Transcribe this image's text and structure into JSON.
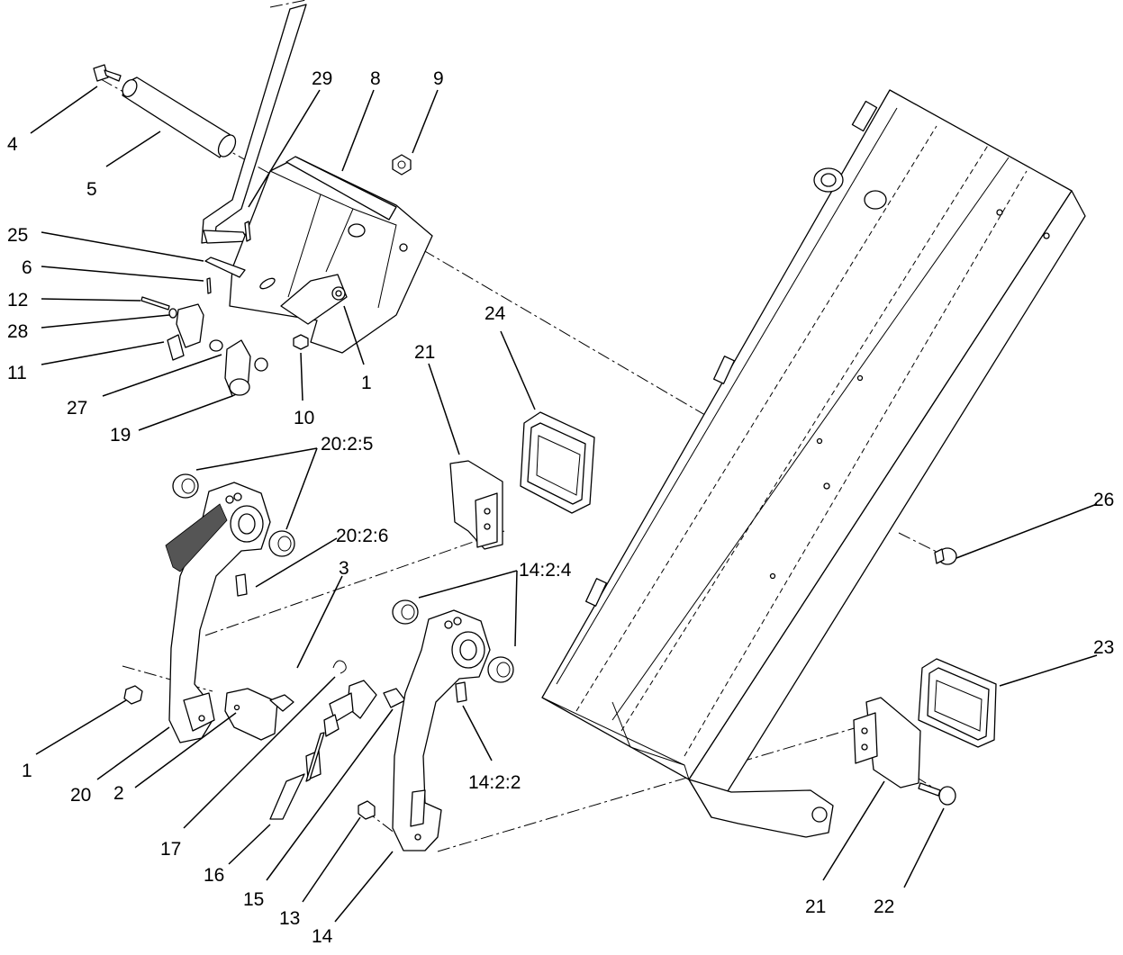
{
  "callouts": [
    {
      "id": "c4",
      "text": "4"
    },
    {
      "id": "c5",
      "text": "5"
    },
    {
      "id": "c29",
      "text": "29"
    },
    {
      "id": "c8",
      "text": "8"
    },
    {
      "id": "c9",
      "text": "9"
    },
    {
      "id": "c25",
      "text": "25"
    },
    {
      "id": "c6",
      "text": "6"
    },
    {
      "id": "c12",
      "text": "12"
    },
    {
      "id": "c28",
      "text": "28"
    },
    {
      "id": "c11",
      "text": "11"
    },
    {
      "id": "c27",
      "text": "27"
    },
    {
      "id": "c19",
      "text": "19"
    },
    {
      "id": "c10",
      "text": "10"
    },
    {
      "id": "c1a",
      "text": "1"
    },
    {
      "id": "c24",
      "text": "24"
    },
    {
      "id": "c21a",
      "text": "21"
    },
    {
      "id": "c20_2_5",
      "text": "20:2:5"
    },
    {
      "id": "c20_2_6",
      "text": "20:2:6"
    },
    {
      "id": "c26",
      "text": "26"
    },
    {
      "id": "c3",
      "text": "3"
    },
    {
      "id": "c14_2_4",
      "text": "14:2:4"
    },
    {
      "id": "c23",
      "text": "23"
    },
    {
      "id": "c1b",
      "text": "1"
    },
    {
      "id": "c20",
      "text": "20"
    },
    {
      "id": "c2",
      "text": "2"
    },
    {
      "id": "c14_2_2",
      "text": "14:2:2"
    },
    {
      "id": "c17",
      "text": "17"
    },
    {
      "id": "c16",
      "text": "16"
    },
    {
      "id": "c15",
      "text": "15"
    },
    {
      "id": "c13",
      "text": "13"
    },
    {
      "id": "c14",
      "text": "14"
    },
    {
      "id": "c21b",
      "text": "21"
    },
    {
      "id": "c22",
      "text": "22"
    }
  ]
}
